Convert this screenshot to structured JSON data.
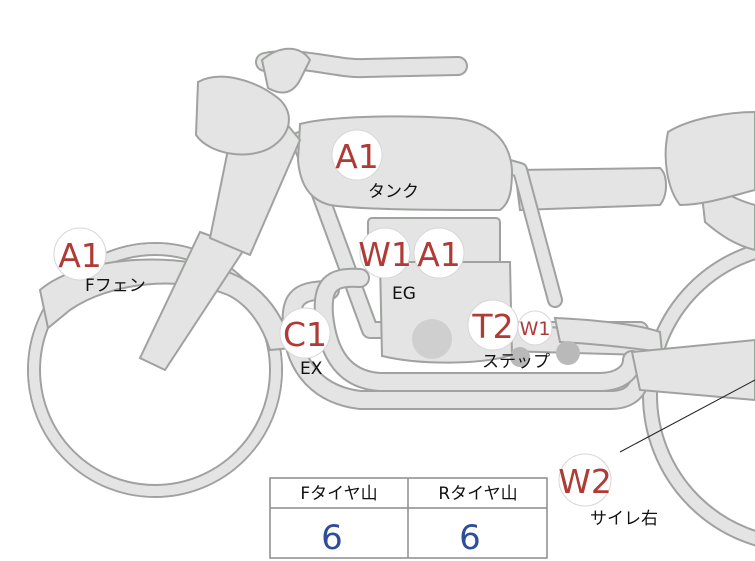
{
  "callouts": [
    {
      "id": "tank",
      "code": "A1",
      "label": "タンク"
    },
    {
      "id": "ffender",
      "code": "A1",
      "label": "Fフェン"
    },
    {
      "id": "eg",
      "code": "W1",
      "code2": "A1",
      "label": "EG"
    },
    {
      "id": "ex",
      "code": "C1",
      "label": "EX"
    },
    {
      "id": "step",
      "code": "T2",
      "code2": "W1",
      "label": "ステップ"
    },
    {
      "id": "muffler",
      "code": "W2",
      "label": "サイレ右"
    }
  ],
  "tire_table": {
    "headers": [
      "Fタイヤ山",
      "Rタイヤ山"
    ],
    "values": [
      "6",
      "6"
    ]
  },
  "colors": {
    "code_text": "#b03a36",
    "table_value": "#2f4d9a",
    "body_fill": "#e3e4e3",
    "body_stroke": "#9fa29f"
  }
}
